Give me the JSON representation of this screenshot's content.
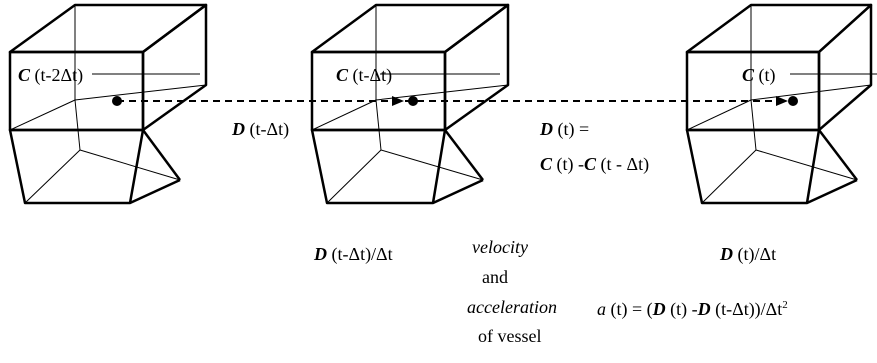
{
  "boxes": [
    {
      "centroid": {
        "symbol": "C",
        "arg": "(t-2Δt)"
      }
    },
    {
      "centroid": {
        "symbol": "C",
        "arg": "(t-Δt)"
      }
    },
    {
      "centroid": {
        "symbol": "C",
        "arg": "(t)"
      }
    }
  ],
  "displacements": {
    "first": {
      "symbol": "D",
      "arg": "(t-Δt)"
    },
    "second": {
      "line1": {
        "symbol": "D",
        "arg": "(t) ="
      },
      "line2": {
        "c1": "C",
        "c1_arg": "(t) -",
        "c2": "C",
        "c2_arg": "(t - Δt)"
      }
    }
  },
  "velocities": {
    "first": {
      "symbol": "D",
      "arg": "(t-Δt)/Δt"
    },
    "second": {
      "symbol": "D",
      "arg": "(t)/Δt"
    }
  },
  "center_caption": {
    "l1": "velocity",
    "l2": "and",
    "l3": "acceleration",
    "l4": "of vessel"
  },
  "acceleration": {
    "a": "a",
    "mid1": "(t) = (",
    "d1": "D",
    "mid2": "(t) -",
    "d2": "D",
    "mid3": "(t-Δt))/Δt",
    "exp": "2"
  }
}
